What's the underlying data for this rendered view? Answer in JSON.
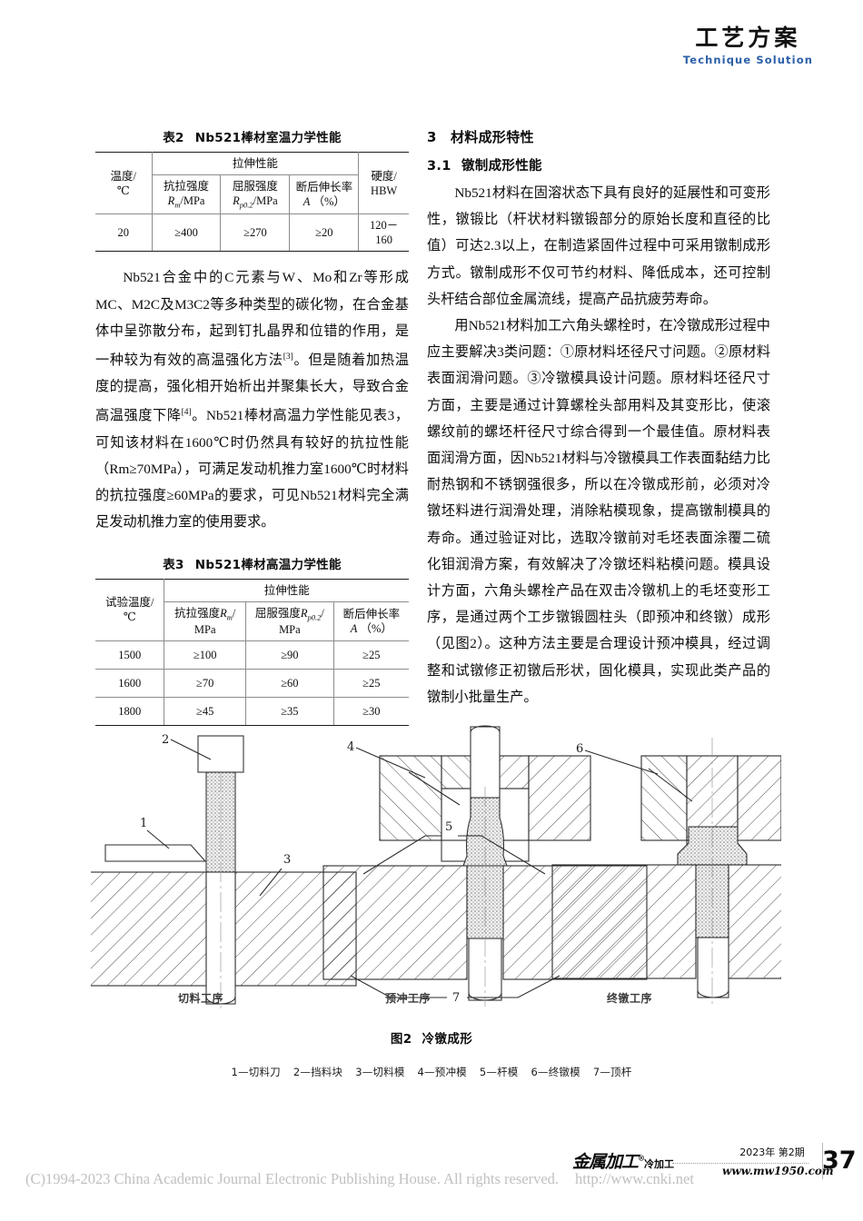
{
  "header": {
    "logo_cn": "工艺方案",
    "logo_en": "Technique Solution",
    "logo_color": "#2b5fa8"
  },
  "table2": {
    "caption_num": "表2",
    "caption_title": "Nb521棒材室温力学性能",
    "col_temp": "温度/",
    "col_temp_unit": "℃",
    "group_tensile": "拉伸性能",
    "col_rm_l1": "抗拉强度",
    "col_rm_l2_sym": "R",
    "col_rm_l2_sub": "m",
    "col_rm_l2_unit": "/MPa",
    "col_rp_l1": "屈服强度",
    "col_rp_l2_sym": "R",
    "col_rp_l2_sub": "p0.2",
    "col_rp_l2_unit": "/MPa",
    "col_a_l1": "断后伸长率",
    "col_a_l2_sym": "A",
    "col_a_l2_unit": "（%）",
    "col_hard_l1": "硬度/",
    "col_hard_l2": "HBW",
    "rows": [
      {
        "temp": "20",
        "rm": "≥400",
        "rp": "≥270",
        "a": "≥20",
        "hardness_l1": "120－",
        "hardness_l2": "160"
      }
    ]
  },
  "table3": {
    "caption_num": "表3",
    "caption_title": "Nb521棒材高温力学性能",
    "col_temp": "试验温度/",
    "col_temp_unit": "℃",
    "group_tensile": "拉伸性能",
    "col_rm_l1a": "抗拉强度",
    "col_rm_l1sym": "R",
    "col_rm_l1sub": "m",
    "col_rm_l1slash": "/",
    "col_rm_l2": "MPa",
    "col_rp_l1a": "屈服强度",
    "col_rp_l1sym": "R",
    "col_rp_l1sub": "p0.2",
    "col_rp_l1slash": "/",
    "col_rp_l2": "MPa",
    "col_a_l1": "断后伸长率",
    "col_a_l2_sym": "A",
    "col_a_l2_unit": "（%）",
    "rows": [
      {
        "temp": "1500",
        "rm": "≥100",
        "rp": "≥90",
        "a": "≥25"
      },
      {
        "temp": "1600",
        "rm": "≥70",
        "rp": "≥60",
        "a": "≥25"
      },
      {
        "temp": "1800",
        "rm": "≥45",
        "rp": "≥35",
        "a": "≥30"
      }
    ]
  },
  "left_column": {
    "paragraph": "Nb521合金中的C元素与W、Mo和Zr等形成MC、M2C及M3C2等多种类型的碳化物，在合金基体中呈弥散分布，起到钉扎晶界和位错的作用，是一种较为有效的高温强化方法",
    "ref3": "[3]",
    "paragraph_b": "。但是随着加热温度的提高，强化相开始析出并聚集长大，导致合金高温强度下降",
    "ref4": "[4]",
    "paragraph_c": "。Nb521棒材高温力学性能见表3，可知该材料在1600℃时仍然具有较好的抗拉性能（Rm≥70MPa），可满足发动机推力室1600℃时材料的抗拉强度≥60MPa的要求，可见Nb521材料完全满足发动机推力室的使用要求。"
  },
  "right_column": {
    "section_num": "3",
    "section_title": "材料成形特性",
    "subsection_num": "3.1",
    "subsection_title": "镦制成形性能",
    "para1": "Nb521材料在固溶状态下具有良好的延展性和可变形性，镦锻比（杆状材料镦锻部分的原始长度和直径的比值）可达2.3以上，在制造紧固件过程中可采用镦制成形方式。镦制成形不仅可节约材料、降低成本，还可控制头杆结合部位金属流线，提高产品抗疲劳寿命。",
    "para2": "用Nb521材料加工六角头螺栓时，在冷镦成形过程中应主要解决3类问题：①原材料坯径尺寸问题。②原材料表面润滑问题。③冷镦模具设计问题。原材料坯径尺寸方面，主要是通过计算螺栓头部用料及其变形比，使滚螺纹前的螺坯杆径尺寸综合得到一个最佳值。原材料表面润滑方面，因Nb521材料与冷镦模具工作表面黏结力比耐热钢和不锈钢强很多，所以在冷镦成形前，必须对冷镦坯料进行润滑处理，消除粘模现象，提高镦制模具的寿命。通过验证对比，选取冷镦前对毛坯表面涂覆二硫化钼润滑方案，有效解决了冷镦坯料粘模问题。模具设计方面，六角头螺栓产品在双击冷镦机上的毛坯变形工序，是通过两个工步镦锻圆柱头（即预冲和终镦）成形（见图2）。这种方法主要是合理设计预冲模具，经过调整和试镦修正初镦后形状，固化模具，实现此类产品的镦制小批量生产。"
  },
  "figure": {
    "stage_labels": [
      "切料工序",
      "预冲工序",
      "终镦工序"
    ],
    "callouts": [
      "1",
      "2",
      "3",
      "4",
      "5",
      "6",
      "7"
    ],
    "caption_num": "图2",
    "caption_title": "冷镦成形",
    "legend": [
      "1—切料刀",
      "2—挡料块",
      "3—切料模",
      "4—预冲模",
      "5—杆模",
      "6—终镦模",
      "7—顶杆"
    ]
  },
  "footer": {
    "magazine_cn": "金属加工",
    "magazine_sub": "冷加工",
    "issue": "2023年 第2期",
    "website": "www.mw1950.com",
    "page_number": "37",
    "cnki_copyright": "(C)1994-2023 China Academic Journal Electronic Publishing House. All rights reserved.",
    "cnki_url": "http://www.cnki.net"
  }
}
